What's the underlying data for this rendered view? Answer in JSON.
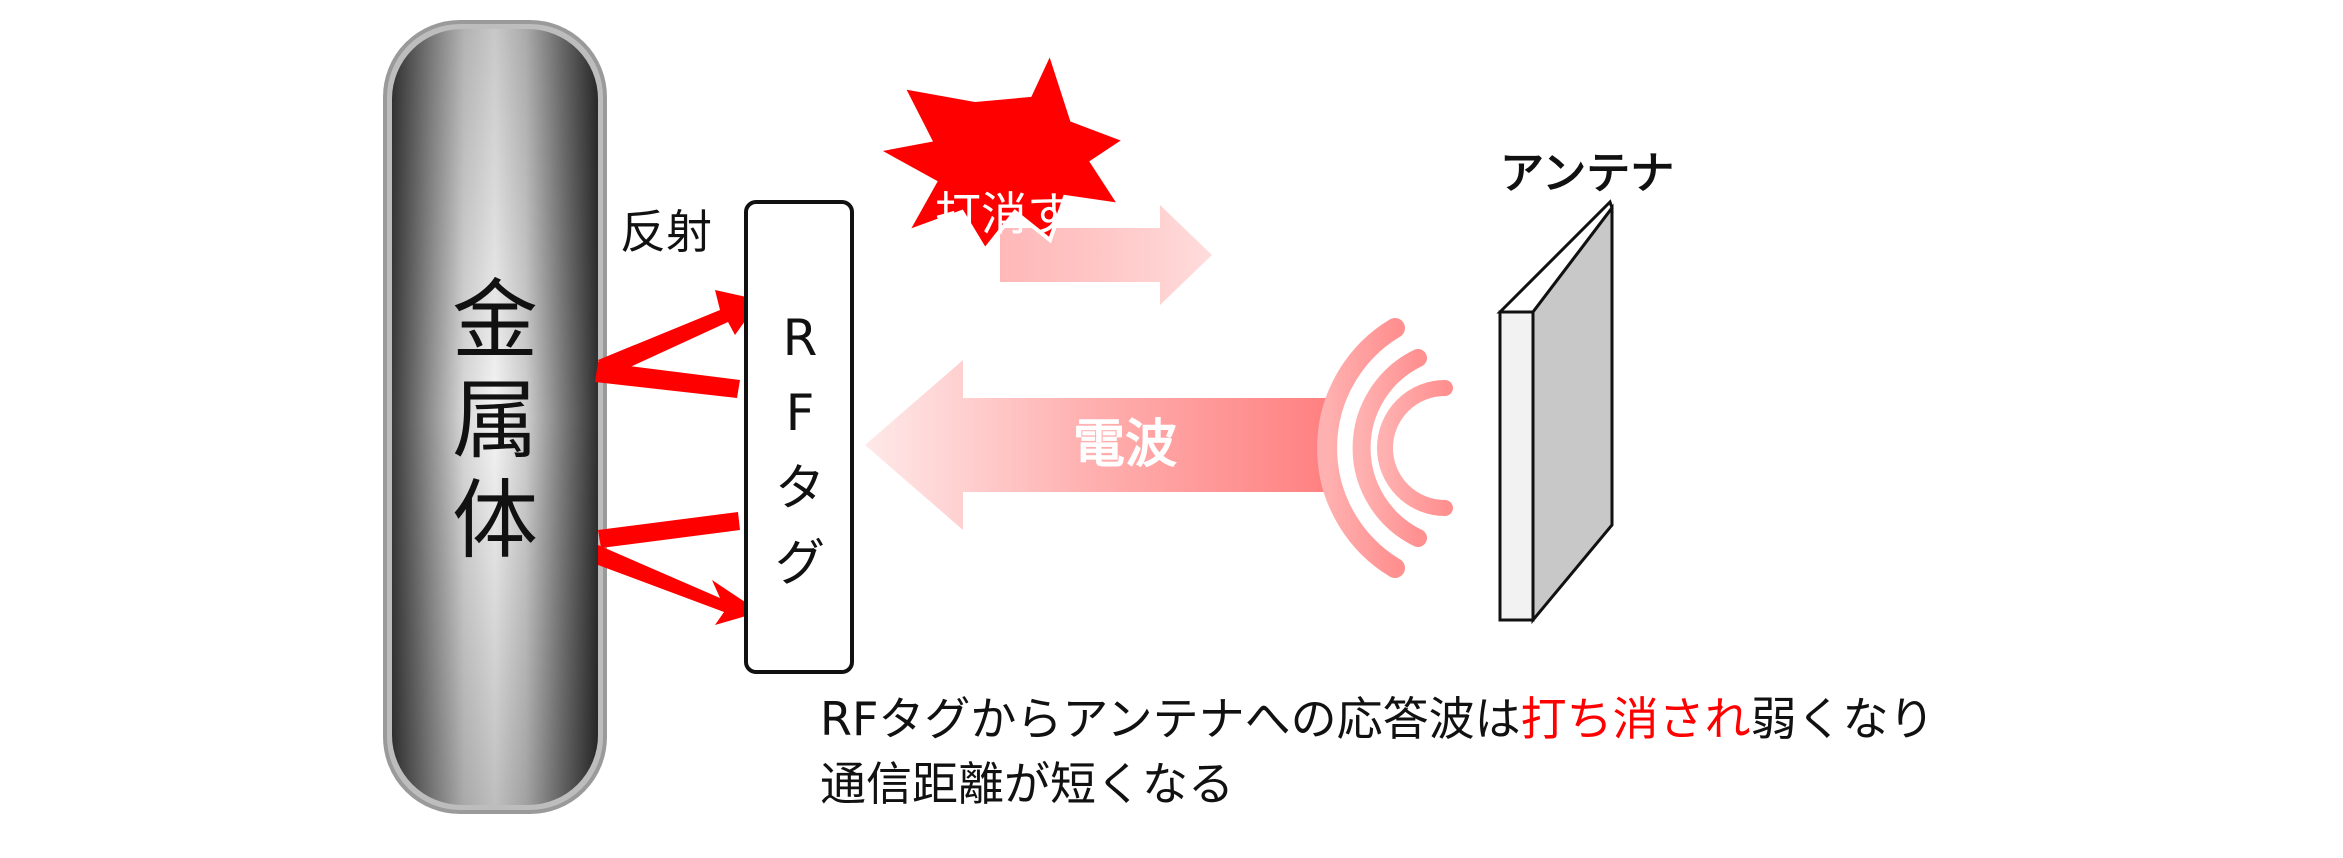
{
  "metal": {
    "label_chars": [
      "金",
      "属",
      "体"
    ]
  },
  "reflection": {
    "label": "反射"
  },
  "tag": {
    "label_chars": [
      "R",
      "F",
      "タ",
      "グ"
    ]
  },
  "burst": {
    "label": "打消す"
  },
  "wave": {
    "label": "電波"
  },
  "antenna": {
    "label": "アンテナ"
  },
  "caption": {
    "line1_before": "RFタグからアンテナへの応答波は",
    "line1_highlight": "打ち消され",
    "line1_after": "弱くなり",
    "line2": "通信距離が短くなる"
  },
  "colors": {
    "arrow_red": "#ff0000",
    "wave_pink": "#ff8a8a",
    "wave_pink_light": "#ffd6d6",
    "highlight_red": "#ff0000",
    "antenna_gray": "#c8c8c8"
  },
  "icons": {
    "metal": "metal-plate-icon",
    "burst": "explosion-burst-icon",
    "antenna": "antenna-panel-icon",
    "signal": "signal-waves-icon"
  }
}
